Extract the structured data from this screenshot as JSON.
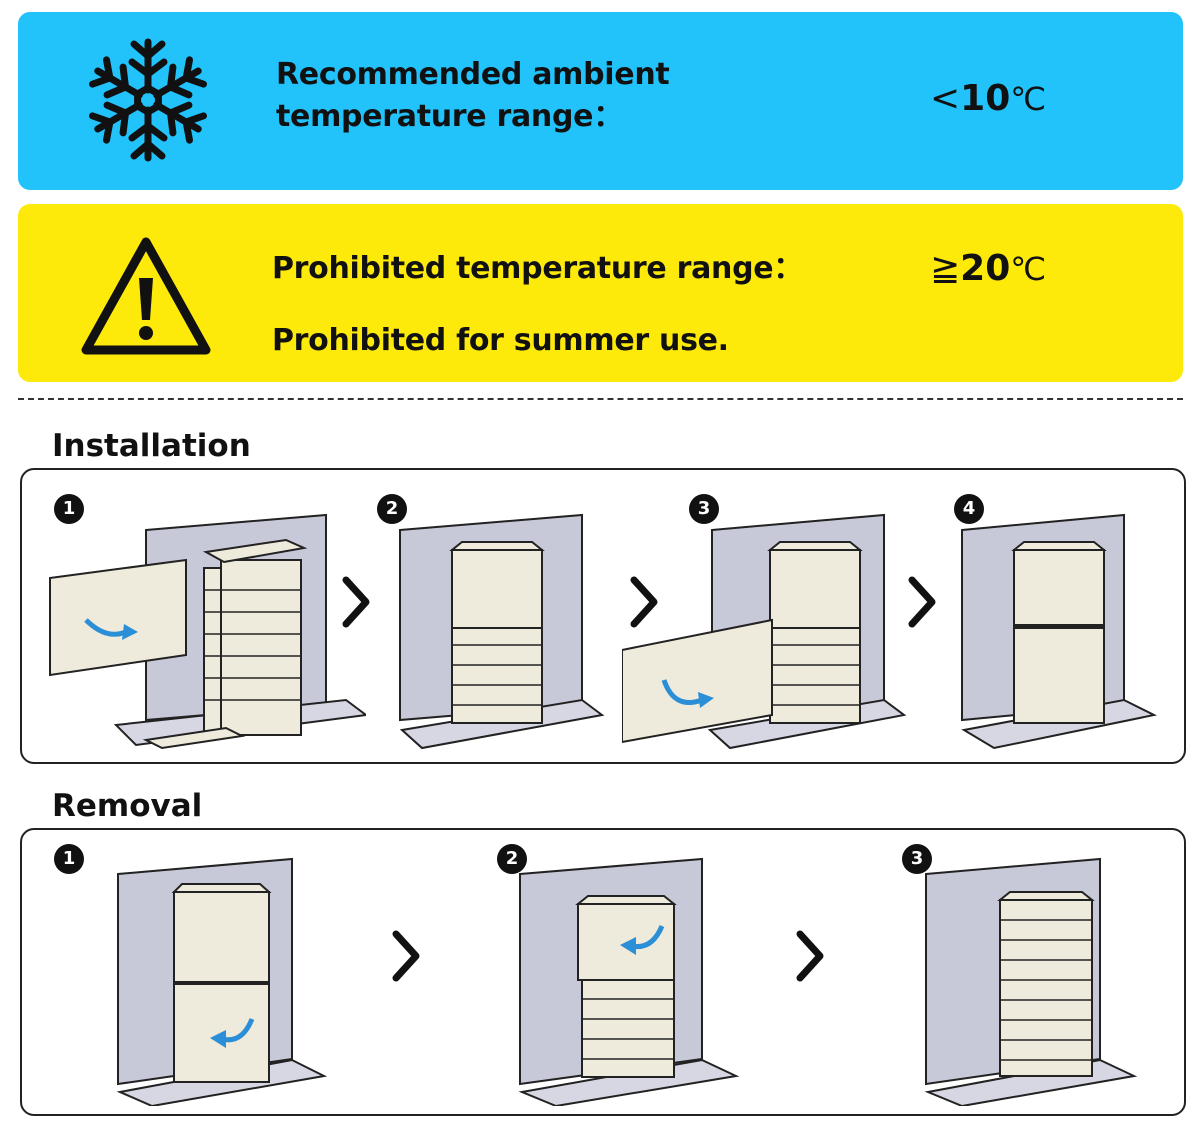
{
  "cold_banner": {
    "icon": "snowflake-icon",
    "label_line1": "Recommended ambient",
    "label_line2": "temperature range：",
    "symbol": "<",
    "value": "10",
    "unit": "℃",
    "color": "#22c2fb"
  },
  "hot_banner": {
    "icon": "warning-icon",
    "label": "Prohibited temperature range：",
    "note": "Prohibited for summer use.",
    "symbol": "≧",
    "value": "20",
    "unit": "℃",
    "color": "#fde90a"
  },
  "installation": {
    "title": "Installation",
    "steps": [
      {
        "number": "1"
      },
      {
        "number": "2"
      },
      {
        "number": "3"
      },
      {
        "number": "4"
      }
    ]
  },
  "removal": {
    "title": "Removal",
    "steps": [
      {
        "number": "1"
      },
      {
        "number": "2"
      },
      {
        "number": "3"
      }
    ]
  },
  "accent_arrow_color": "#2a8fd6"
}
